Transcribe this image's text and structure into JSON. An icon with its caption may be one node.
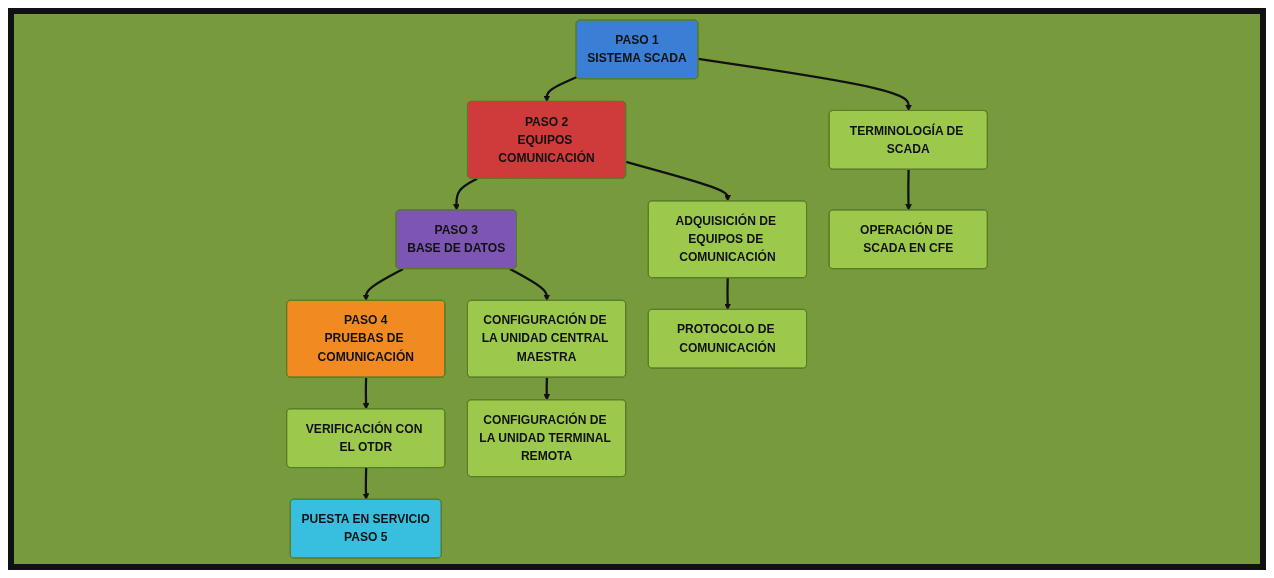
{
  "diagram": {
    "nodes": [
      {
        "text": [
          "PASO 1",
          "SISTEMA SCADA"
        ]
      },
      {
        "text": [
          "PASO 2",
          "EQUIPOS COMUNICACIÓN"
        ]
      },
      {
        "text": [
          "PASO 3",
          "BASE DE DATOS"
        ]
      },
      {
        "text": [
          "PASO 4",
          "PRUEBAS DE COMUNICACIÓN"
        ]
      },
      {
        "text": [
          "TERMINOLOGÍA DE SCADA"
        ]
      },
      {
        "text": [
          "ADQUISICIÓN DE EQUIPOS DE COMUNICACIÓN"
        ]
      },
      {
        "text": [
          "CONFIGURACIÓN DE LA UNIDAD CENTRAL MAESTRA"
        ]
      },
      {
        "text": [
          "VERIFICACIÓN CON EL OTDR"
        ]
      },
      {
        "text": [
          "OPERACIÓN DE SCADA EN CFE"
        ]
      },
      {
        "text": [
          "PROTOCOLO DE COMUNICACIÓN"
        ]
      },
      {
        "text": [
          "CONFIGURACIÓN DE LA UNIDAD TERMINAL REMOTA"
        ]
      },
      {
        "text": [
          "PUESTA EN SERVICIO",
          "PASO 5"
        ]
      }
    ],
    "edges": [
      {
        "from": 0,
        "to": 1,
        "arrow": "to"
      },
      {
        "from": 1,
        "to": 2,
        "arrow": "to"
      },
      {
        "from": 2,
        "to": 3,
        "arrow": "to"
      },
      {
        "from": 0,
        "to": 4,
        "arrow": "to"
      },
      {
        "from": 4,
        "to": 8,
        "arrow": "to"
      },
      {
        "from": 1,
        "to": 5,
        "arrow": "to"
      },
      {
        "from": 5,
        "to": 9,
        "arrow": "to"
      },
      {
        "from": 2,
        "to": 6,
        "arrow": "to"
      },
      {
        "from": 6,
        "to": 10,
        "arrow": "to"
      },
      {
        "from": 3,
        "to": 7,
        "arrow": "to"
      },
      {
        "from": 7,
        "to": 11,
        "arrow": "to"
      }
    ]
  }
}
